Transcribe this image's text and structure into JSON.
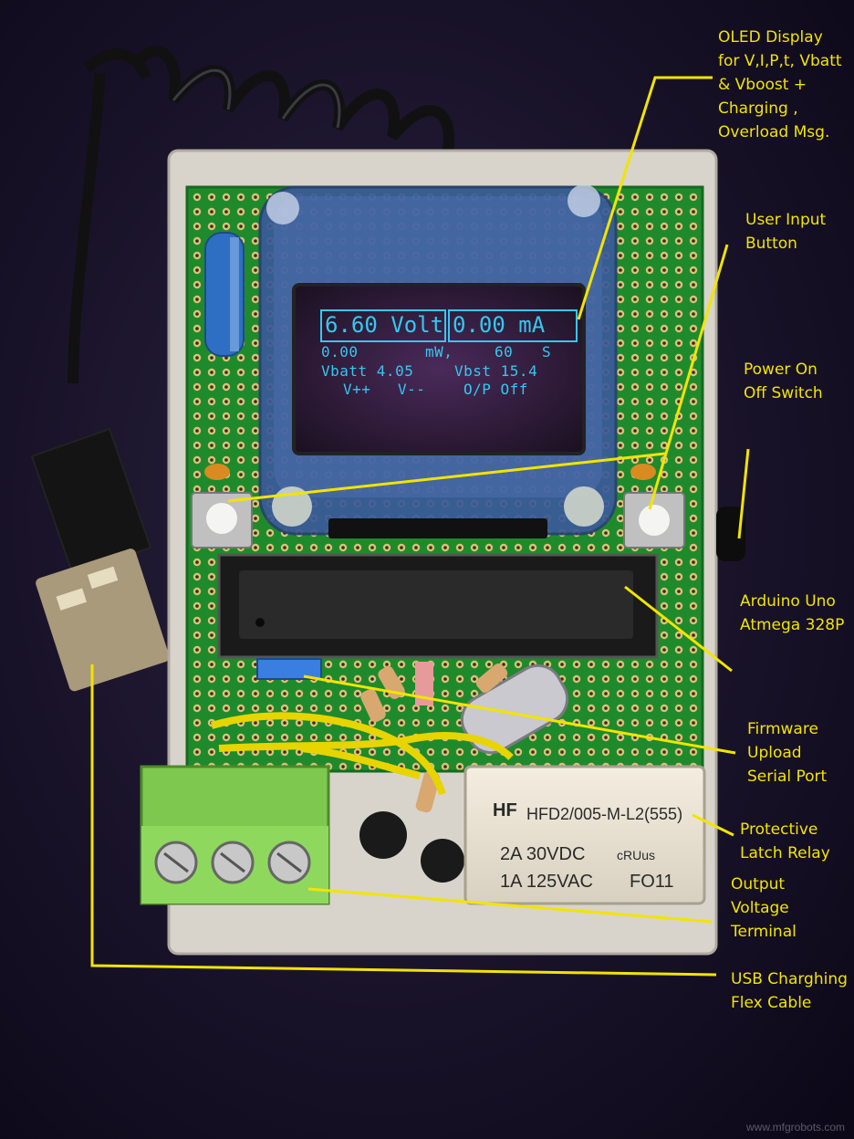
{
  "image": {
    "description_free": true
  },
  "oled": {
    "voltage": "6.60 Volt",
    "current": "0.00 mA",
    "power_value": "0.00",
    "power_unit": "mW,",
    "time_value": "60",
    "time_unit": "S",
    "vbatt": "Vbatt 4.05",
    "vbst": "Vbst 15.4",
    "vpp": "V++",
    "vmm": "V--",
    "output": "O/P Off"
  },
  "relay": {
    "brand": "HF",
    "model": "HFD2/005-M-L2(555)",
    "rating1": "2A 30VDC",
    "rating2": "1A 125VAC",
    "cert": "cRUus",
    "code": "FO11"
  },
  "labels": {
    "oled": "OLED  Display\nfor V,I,P,t, Vbatt\n& Vboost +\nCharging ,\nOverload Msg.",
    "button": "User Input\nButton",
    "power": "Power On\nOff  Switch",
    "arduino": "Arduino Uno\nAtmega 328P",
    "firmware": "Firmware\nUpload\nSerial Port",
    "relay": "Protective\nLatch Relay",
    "output": "Output\nVoltage\nTerminal",
    "usb": "USB Charghing\nFlex Cable"
  },
  "watermark": "www.mfgrobots.com",
  "colors": {
    "annotation": "#f2e400",
    "oled_text": "#35c8f0",
    "pcb": "#1f8a2c",
    "background": "#0f0a1c"
  }
}
